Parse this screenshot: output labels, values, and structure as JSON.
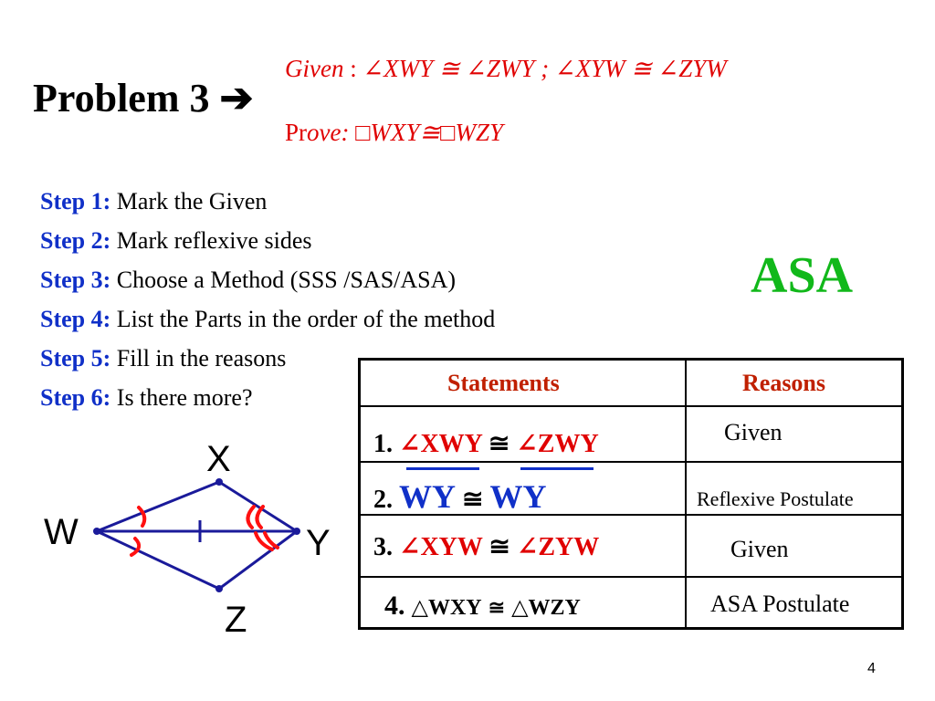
{
  "slide": {
    "title": "Problem 3 ➔",
    "given_label": "Given",
    "given_sep": " :  ",
    "given_text": "∠XWY  ≅  ∠ZWY ; ∠XYW  ≅  ∠ZYW",
    "prove_label_pr": "Pr",
    "prove_label_ove": "ove",
    "prove_text": ": □WXY≅□WZY",
    "asa_label": "ASA",
    "page_number": "4"
  },
  "steps": [
    {
      "label": "Step 1:",
      "text": " Mark the Given"
    },
    {
      "label": "Step 2:",
      "text": " Mark reflexive sides"
    },
    {
      "label": "Step 3:",
      "text": " Choose a Method (SSS /SAS/ASA)"
    },
    {
      "label": "Step 4:",
      "text": " List the Parts in the order of the method"
    },
    {
      "label": "Step 5:",
      "text": " Fill in the reasons"
    },
    {
      "label": "Step 6:",
      "text": " Is there more?"
    }
  ],
  "table": {
    "headers": [
      "Statements",
      "Reasons"
    ],
    "rows": [
      {
        "num": "1.",
        "a": "∠XWY",
        "cong": "≅",
        "b": "∠ZWY",
        "reason": "Given"
      },
      {
        "num": "2.",
        "a": "WY",
        "cong": "≅",
        "b": "WY",
        "reason": "Reflexive Postulate"
      },
      {
        "num": "3.",
        "a": "∠XYW",
        "cong": "≅",
        "b": "∠ZYW",
        "reason": "Given"
      },
      {
        "num": "4.",
        "a": "△WXY",
        "cong": "≅",
        "b": "△WZY",
        "reason": "ASA Postulate"
      }
    ]
  },
  "diagram": {
    "vertices": {
      "x": "X",
      "w": "W",
      "y": "Y",
      "z": "Z"
    },
    "colors": {
      "lines": "#1a1a9a",
      "marks": "#ff1010"
    }
  }
}
